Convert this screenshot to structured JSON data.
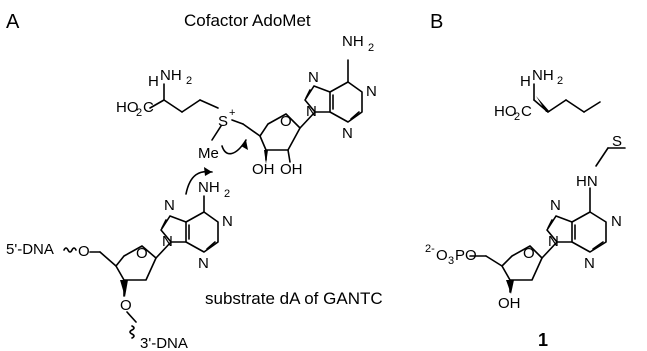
{
  "panels": {
    "a": "A",
    "b": "B"
  },
  "headings": {
    "cofactor": "Cofactor AdoMet",
    "substrate": "substrate dA of GANTC",
    "compound_number": "1"
  },
  "atoms": {
    "nh2": "NH",
    "h": "H",
    "n": "N",
    "s": "S",
    "sub2": "2",
    "sub3": "3",
    "plus": "+",
    "me": "Me",
    "ho2c": "HO",
    "c": "C",
    "o": "O",
    "oh": "OH",
    "hn": "HN",
    "dna5": "5'-DNA",
    "dna3": "3'-DNA",
    "po": "PO",
    "o3": "O",
    "charge": "2-"
  }
}
